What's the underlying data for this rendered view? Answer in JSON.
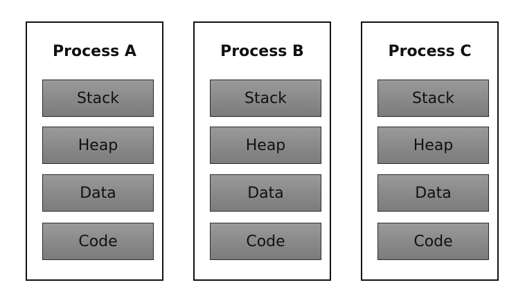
{
  "processes": [
    {
      "title": "Process A",
      "segments": [
        "Stack",
        "Heap",
        "Data",
        "Code"
      ]
    },
    {
      "title": "Process B",
      "segments": [
        "Stack",
        "Heap",
        "Data",
        "Code"
      ]
    },
    {
      "title": "Process C",
      "segments": [
        "Stack",
        "Heap",
        "Data",
        "Code"
      ]
    }
  ],
  "colors": {
    "border": "#111111",
    "segment_fill": "#8a8a8a",
    "background": "#ffffff"
  }
}
